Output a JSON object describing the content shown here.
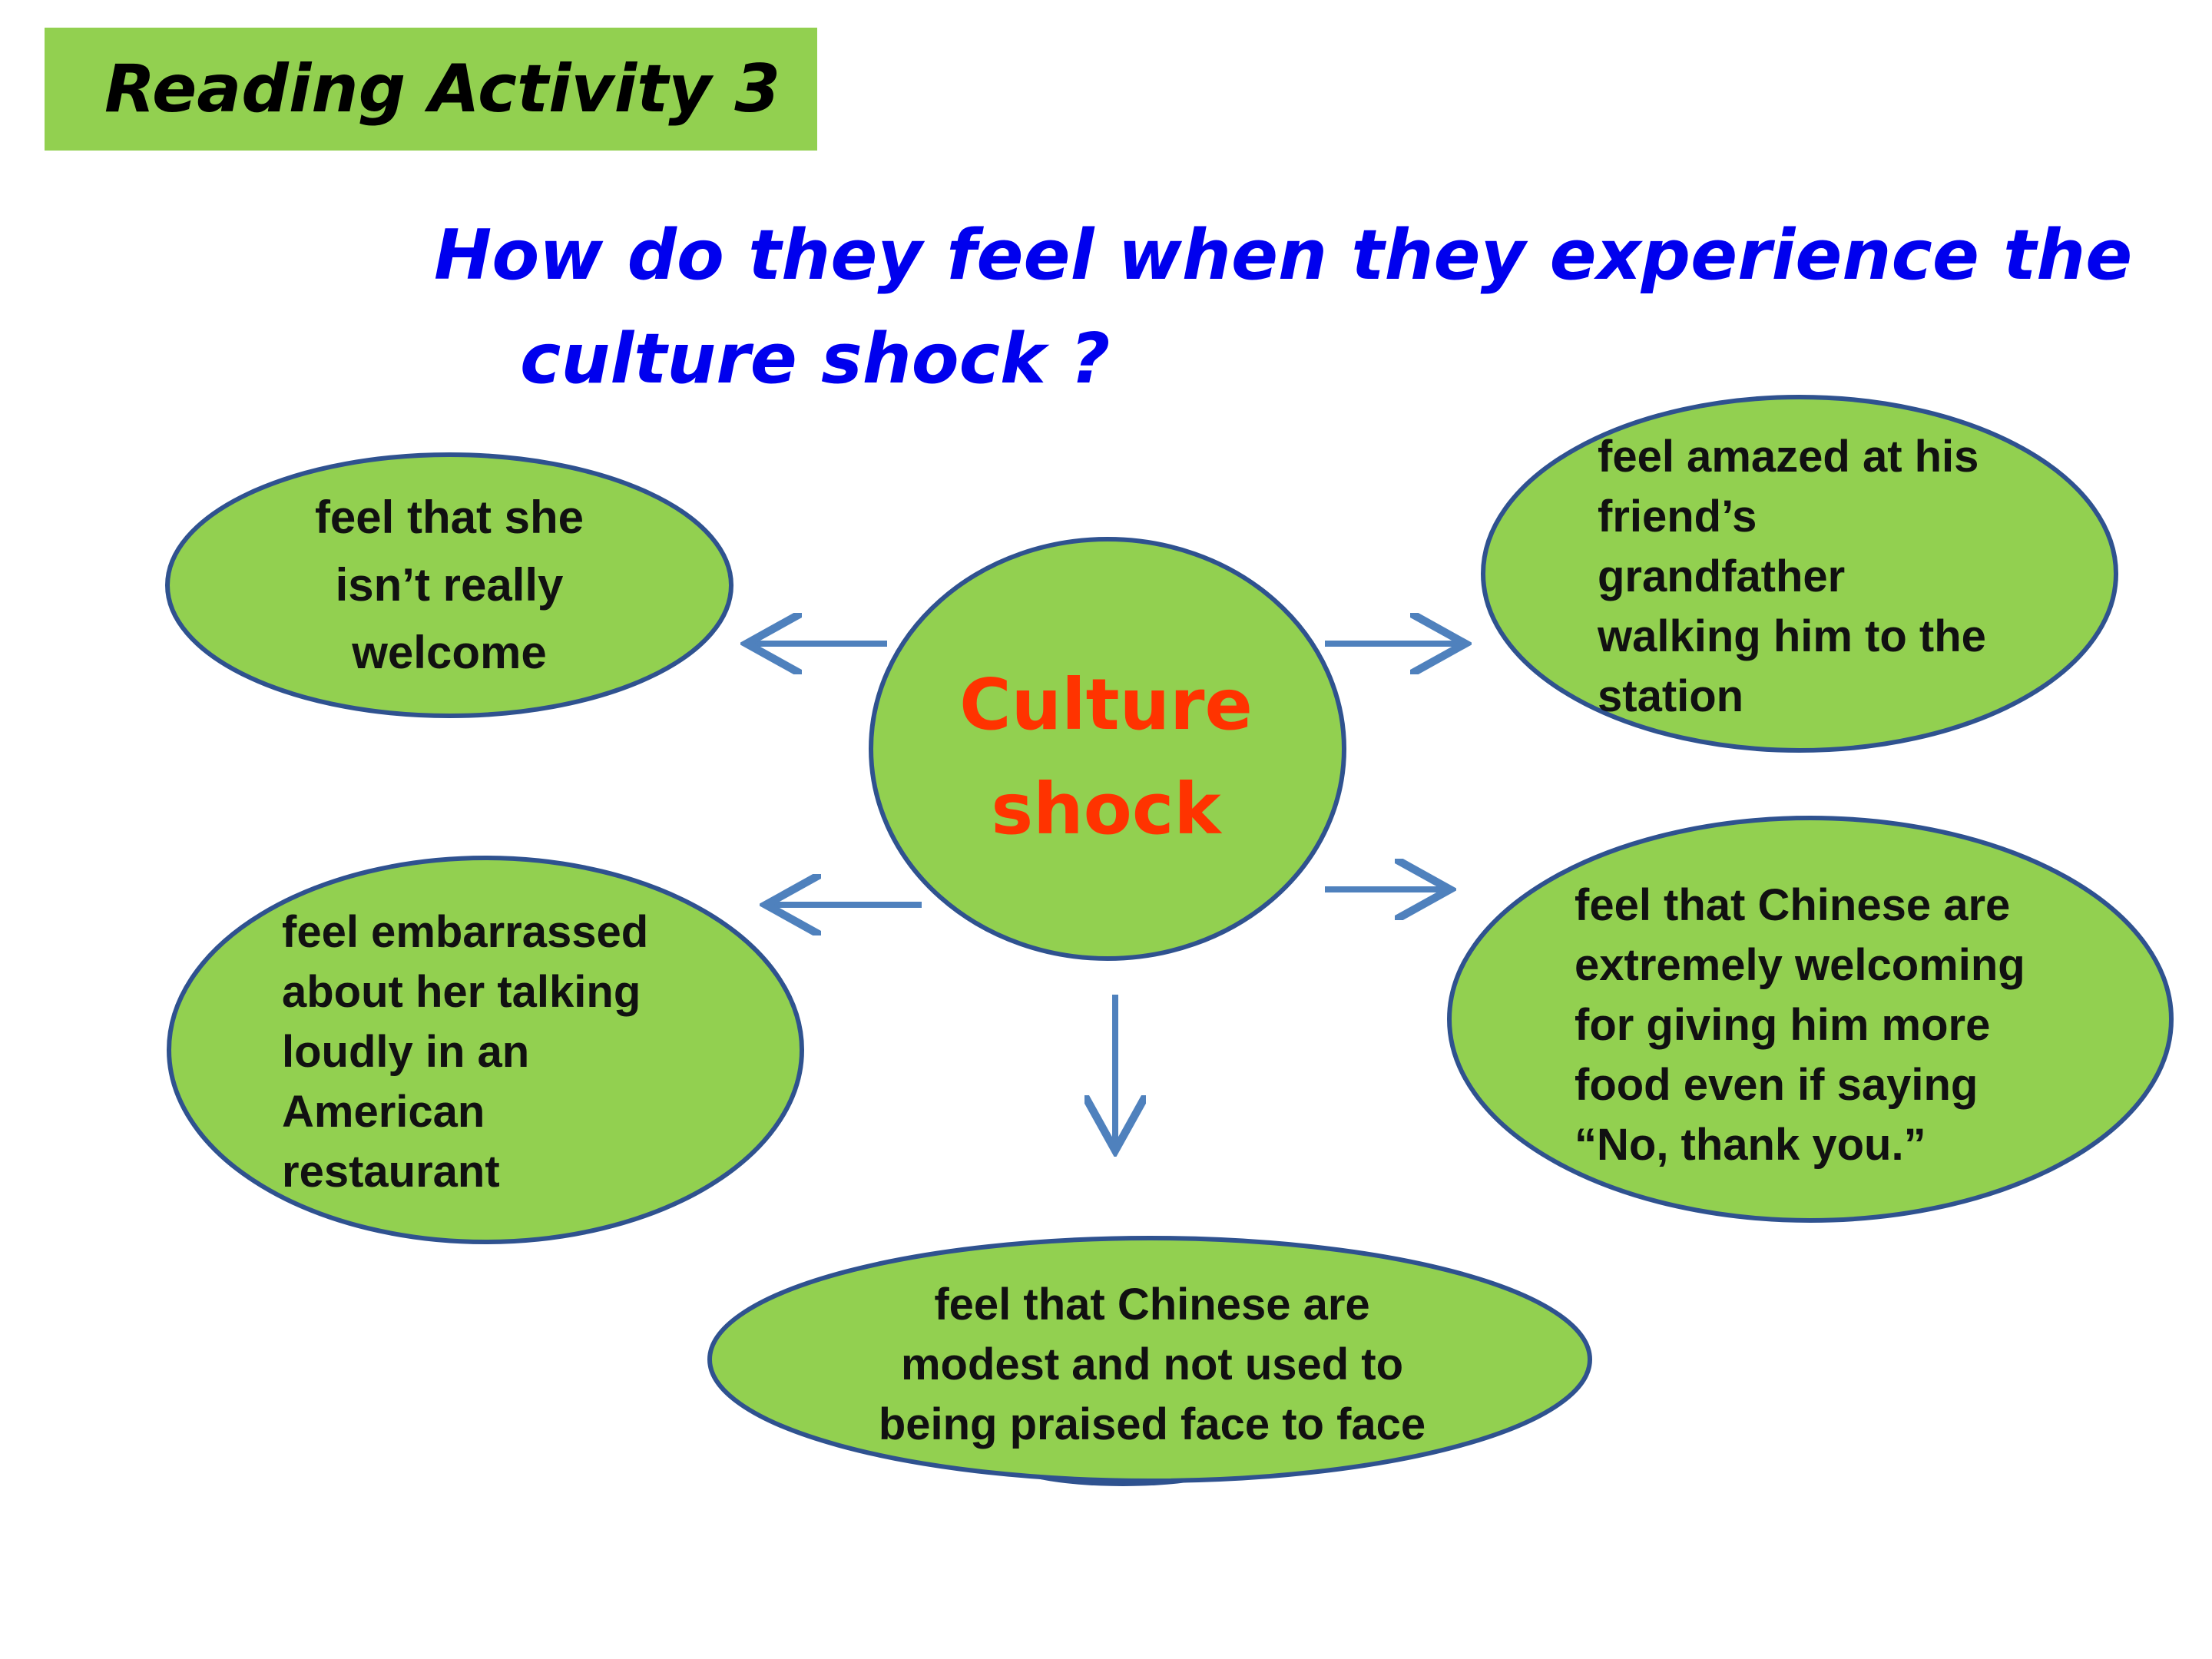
{
  "slide": {
    "title": "Reading Activity 3",
    "question_line1": "How do they feel when they experience  the",
    "question_line2": "culture shock ?"
  },
  "center": {
    "line1": "Culture",
    "line2": "shock",
    "text_color": "#ff3300"
  },
  "nodes": {
    "top_left": [
      "feel that she",
      "isn’t  really",
      "welcome"
    ],
    "top_right": [
      "feel amazed at his",
      "friend’s",
      "grandfather",
      "walking him to the",
      "station"
    ],
    "mid_left": [
      "feel embarrassed",
      "about her talking",
      "loudly  in an",
      "American",
      "restaurant"
    ],
    "mid_right": [
      "feel that Chinese are",
      "extremely welcoming",
      "for giving him more",
      "food even if saying",
      "“No, thank you.”"
    ],
    "bottom": [
      "feel that Chinese are",
      "modest and not used to",
      "being praised face to face"
    ]
  },
  "colors": {
    "node_fill": "#92d050",
    "node_stroke": "#2f528f",
    "arrow": "#4f81bd",
    "title_box": "#92d050",
    "question": "#0000ee"
  }
}
